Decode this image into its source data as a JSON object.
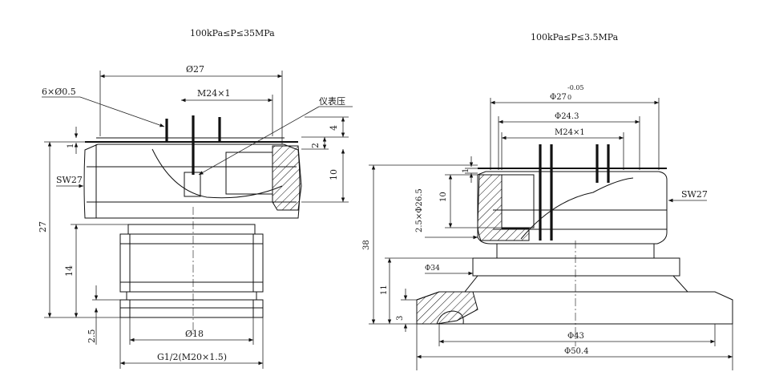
{
  "left_drawing": {
    "title": "100kPa≤P≤35MPa",
    "labels": {
      "pins": "6×Ø0.5",
      "diameter_top": "Ø27",
      "thread_top": "M24×1",
      "gauge": "仪表压",
      "dim_4": "4",
      "dim_2": "2",
      "dim_10": "10",
      "hex": "SW27",
      "height_27": "27",
      "height_14": "14",
      "dim_2_5": "2.5",
      "diameter_bottom": "Ø18",
      "thread_bottom": "G1/2(M20×1.5)",
      "dim_1": "1"
    }
  },
  "right_drawing": {
    "title": "100kPa≤P≤3.5MPa",
    "labels": {
      "diameter_top": "Φ27",
      "tol_upper": "-0.05",
      "tol_lower": "0",
      "diameter_mid": "Φ24.3",
      "thread": "M24×1",
      "dim_1": "1",
      "dim_10": "10",
      "diameter_side": "2.5×Φ26.5",
      "hex": "SW27",
      "height_total": "38",
      "diameter_34": "Φ34",
      "dim_11": "11",
      "dim_3": "3",
      "diameter_43": "Φ43",
      "diameter_50": "Φ50.4"
    }
  }
}
